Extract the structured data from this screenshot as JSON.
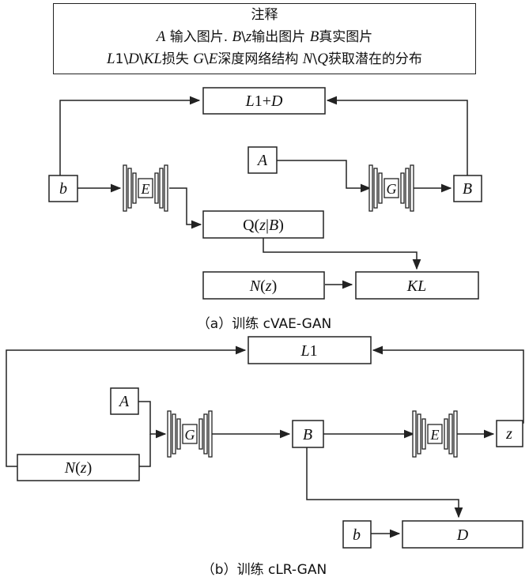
{
  "legend": {
    "title": "注释",
    "line1": [
      {
        "t": "A",
        "i": true
      },
      {
        "t": " 输入图片. ",
        "i": false
      },
      {
        "t": "B",
        "i": true
      },
      {
        "t": "\\",
        "i": false
      },
      {
        "t": "z",
        "i": true
      },
      {
        "t": "输出图片 ",
        "i": false
      },
      {
        "t": "B",
        "i": true
      },
      {
        "t": "真实图片",
        "i": false
      }
    ],
    "line2": [
      {
        "t": "L",
        "i": true
      },
      {
        "t": "1\\",
        "i": false
      },
      {
        "t": "D",
        "i": true
      },
      {
        "t": "\\",
        "i": false
      },
      {
        "t": "KL",
        "i": true
      },
      {
        "t": "损失 ",
        "i": false
      },
      {
        "t": "G",
        "i": true
      },
      {
        "t": "\\",
        "i": false
      },
      {
        "t": "E",
        "i": true
      },
      {
        "t": "深度网络结构 ",
        "i": false
      },
      {
        "t": "N",
        "i": true
      },
      {
        "t": "\\",
        "i": false
      },
      {
        "t": "Q",
        "i": true
      },
      {
        "t": "获取潜在的分布",
        "i": false
      }
    ]
  },
  "diagram_a": {
    "caption": "（a）训练 cVAE-GAN",
    "nodes": {
      "l1d": [
        {
          "t": "L",
          "i": true
        },
        {
          "t": "1+",
          "i": false
        },
        {
          "t": "D",
          "i": true
        }
      ],
      "a": [
        {
          "t": "A",
          "i": true
        }
      ],
      "b_small": [
        {
          "t": "b",
          "i": true
        }
      ],
      "b_real": [
        {
          "t": "B",
          "i": true
        }
      ],
      "q": [
        {
          "t": "Q(",
          "i": false
        },
        {
          "t": "z",
          "i": true
        },
        {
          "t": "|",
          "i": false
        },
        {
          "t": "B",
          "i": true
        },
        {
          "t": ")",
          "i": false
        }
      ],
      "nz": [
        {
          "t": "N",
          "i": true
        },
        {
          "t": "(",
          "i": false
        },
        {
          "t": "z",
          "i": true
        },
        {
          "t": ")",
          "i": false
        }
      ],
      "kl": [
        {
          "t": "KL",
          "i": true
        }
      ],
      "enc": "E",
      "gen": "G"
    }
  },
  "diagram_b": {
    "caption": "（b）训练 cLR-GAN",
    "nodes": {
      "l1": [
        {
          "t": "L",
          "i": true
        },
        {
          "t": "1",
          "i": false
        }
      ],
      "a": [
        {
          "t": "A",
          "i": true
        }
      ],
      "nz": [
        {
          "t": "N",
          "i": true
        },
        {
          "t": "(",
          "i": false
        },
        {
          "t": "z",
          "i": true
        },
        {
          "t": ")",
          "i": false
        }
      ],
      "b_out": [
        {
          "t": "B",
          "i": true
        }
      ],
      "z": [
        {
          "t": "z",
          "i": true
        }
      ],
      "b_small": [
        {
          "t": "b",
          "i": true
        }
      ],
      "d": [
        {
          "t": "D",
          "i": true
        }
      ],
      "gen": "G",
      "enc": "E"
    }
  }
}
